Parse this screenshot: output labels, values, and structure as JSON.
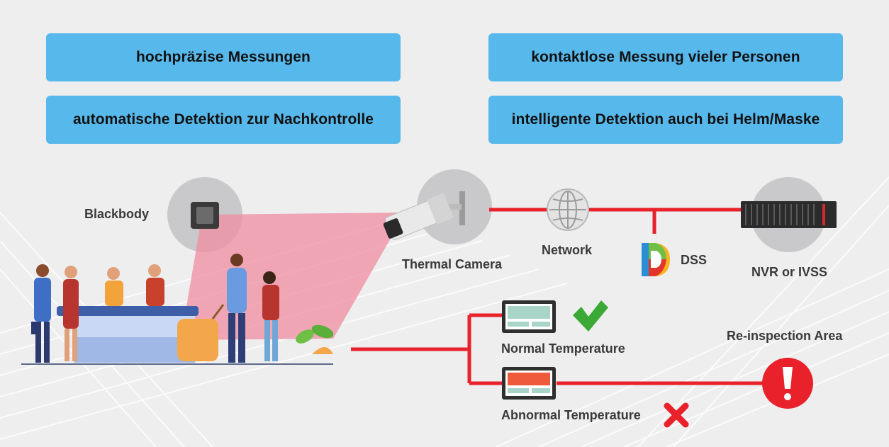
{
  "features": {
    "f1": "hochpräzise Messungen",
    "f2": "kontaktlose Messung vieler Personen",
    "f3": "automatische Detektion zur Nachkontrolle",
    "f4": "intelligente Detektion auch bei Helm/Maske"
  },
  "labels": {
    "blackbody": "Blackbody",
    "thermal_camera": "Thermal Camera",
    "network": "Network",
    "dss": "DSS",
    "nvr": "NVR or IVSS",
    "reinspection": "Re-inspection Area",
    "normal": "Normal Temperature",
    "abnormal": "Abnormal Temperature"
  },
  "colors": {
    "feature_box": "#57b8ec",
    "line": "#e8212b",
    "normal_screen": "#a8d5c8",
    "abnormal_screen": "#ef5a3a",
    "check": "#3aa935",
    "cross": "#e8212b"
  },
  "icons": {
    "blackbody": "blackbody-icon",
    "camera": "thermal-camera-icon",
    "network": "globe-icon",
    "dss": "dss-logo-icon",
    "nvr": "nvr-device-icon",
    "alert": "exclamation-icon",
    "check": "check-icon",
    "cross": "cross-icon"
  }
}
